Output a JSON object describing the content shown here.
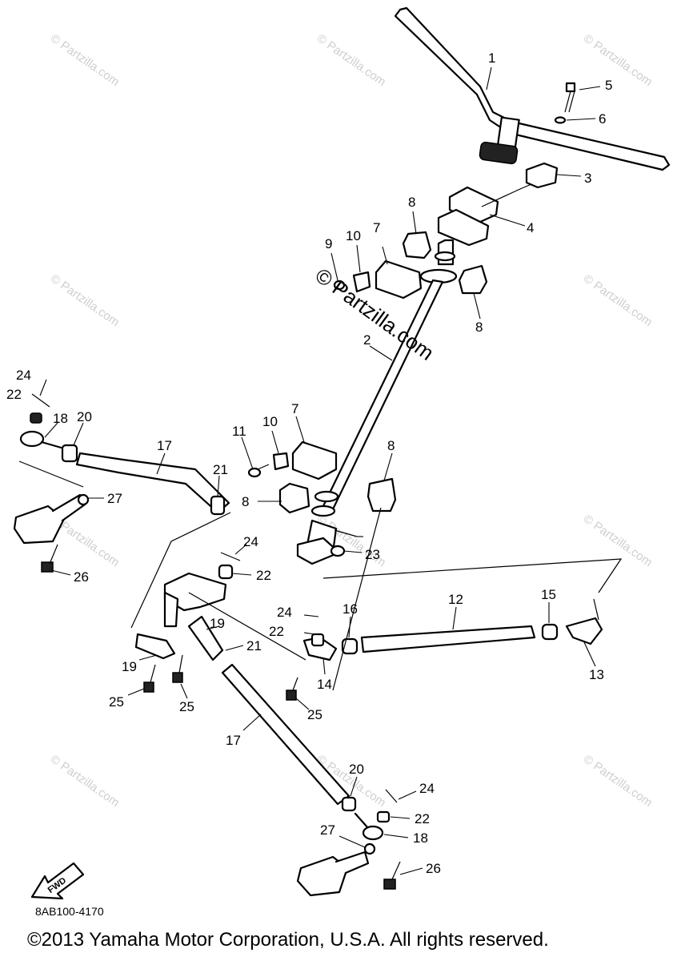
{
  "diagram_code": "8AB100-4170",
  "copyright": "©2013 Yamaha Motor Corporation, U.S.A. All rights reserved.",
  "center_watermark": "© Partzilla.com",
  "watermark_text": "© Partzilla.com",
  "fwd_label": "FWD",
  "callouts": [
    "1",
    "2",
    "3",
    "4",
    "5",
    "6",
    "7",
    "7",
    "8",
    "8",
    "8",
    "8",
    "9",
    "10",
    "10",
    "11",
    "12",
    "13",
    "14",
    "15",
    "16",
    "17",
    "17",
    "18",
    "18",
    "19",
    "19",
    "20",
    "20",
    "21",
    "21",
    "22",
    "22",
    "22",
    "22",
    "23",
    "24",
    "24",
    "24",
    "24",
    "25",
    "25",
    "25",
    "26",
    "26",
    "27",
    "27"
  ]
}
